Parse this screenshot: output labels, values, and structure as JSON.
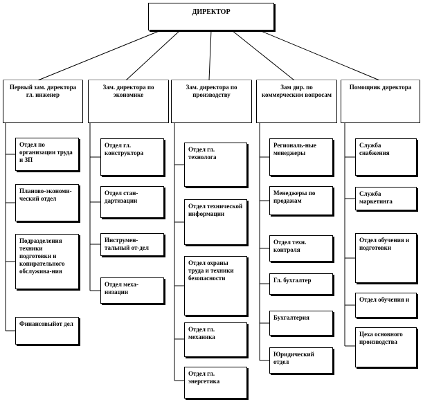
{
  "director": "ДИРЕКТОР",
  "departments": [
    {
      "title": "Первый зам. директора гл. инженер",
      "units": [
        "Отдел по организации труда и ЗП",
        "Планово-экономи-ческий отдел",
        "Подразделения техники подготовки и копирательного обслужива-ния",
        "Финансовыйот дел"
      ]
    },
    {
      "title": "Зам. директора по экономике",
      "units": [
        "Отдел гл. конструктора",
        "Отдел стан-дартизации",
        "Инструмен-тальный от-дел",
        "Отдел меха-низации"
      ]
    },
    {
      "title": "Зам. директора по производству",
      "units": [
        "Отдел гл. технолога",
        "Отдел технической информации",
        "Отдел охраны труда и техники безопасности",
        "Отдел гл. механика",
        "Отдел гл. энергетика"
      ]
    },
    {
      "title": "Зам дир. по коммерческим вопросам",
      "units": [
        "Региональ-ные менеджеры",
        "Менеджеры по продажам",
        "Отдел техн. контроля",
        "Гл. бухгалтер",
        "Бухгалтерия",
        "Юридический отдел"
      ]
    },
    {
      "title": "Помощник директора",
      "units": [
        "Служба снабжения",
        "Служба маркетинга",
        "Отдел обучения и подготовки",
        "Отдел обучения и",
        "Цеха основного производства"
      ]
    }
  ]
}
